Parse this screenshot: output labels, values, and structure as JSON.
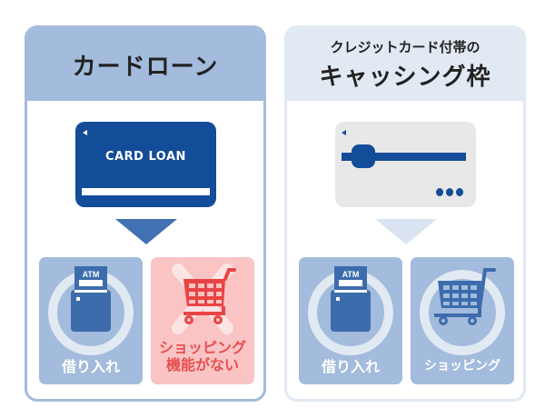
{
  "left_panel": {
    "title": "カードローン",
    "card_label": "CARD LOAN",
    "features": [
      {
        "label": "借り入れ",
        "icon": "atm-icon",
        "available": true,
        "atm_text": "ATM"
      },
      {
        "label_line1": "ショッピング",
        "label_line2": "機能がない",
        "icon": "shopping-cart-crossed-icon",
        "available": false
      }
    ]
  },
  "right_panel": {
    "subtitle": "クレジットカード付帯の",
    "title": "キャッシング枠",
    "features": [
      {
        "label": "借り入れ",
        "icon": "atm-icon",
        "available": true,
        "atm_text": "ATM"
      },
      {
        "label": "ショッピング",
        "icon": "shopping-cart-icon",
        "available": true
      }
    ]
  },
  "colors": {
    "navy": "#134c98",
    "mid_blue": "#4170b3",
    "light_blue": "#a3bbdc",
    "pale_blue": "#e1e9f3",
    "pink": "#fac4c4",
    "red": "#e74f4f",
    "card_gray": "#e8e8e8"
  }
}
